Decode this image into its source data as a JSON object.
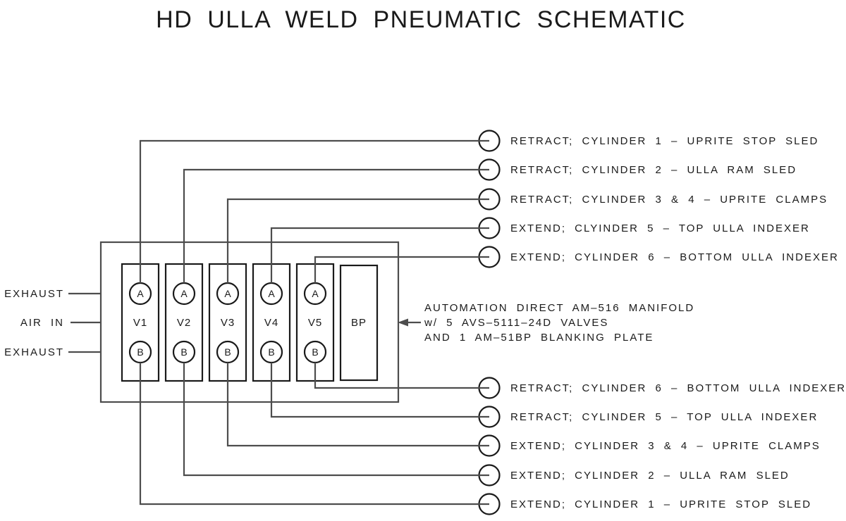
{
  "title": "HD ULLA WELD PNEUMATIC SCHEMATIC",
  "colors": {
    "background": "#ffffff",
    "outline": "#1a1a1a",
    "routing": "#4d4d4d"
  },
  "left_ports": [
    "EXHAUST",
    "AIR IN",
    "EXHAUST"
  ],
  "manifold": {
    "valves": [
      {
        "id": "V1",
        "port_a": "A",
        "port_b": "B"
      },
      {
        "id": "V2",
        "port_a": "A",
        "port_b": "B"
      },
      {
        "id": "V3",
        "port_a": "A",
        "port_b": "B"
      },
      {
        "id": "V4",
        "port_a": "A",
        "port_b": "B"
      },
      {
        "id": "V5",
        "port_a": "A",
        "port_b": "B"
      }
    ],
    "blanking_plate_label": "BP"
  },
  "right_labels": {
    "top": [
      "RETRACT; CYLINDER 1 – UPRITE STOP SLED",
      "RETRACT; CYLINDER 2 – ULLA RAM SLED",
      "RETRACT; CYLINDER 3 & 4 – UPRITE CLAMPS",
      "EXTEND; CLYINDER 5 – TOP ULLA INDEXER",
      "EXTEND; CYLINDER 6 – BOTTOM ULLA INDEXER"
    ],
    "bottom": [
      "RETRACT; CYLINDER 6 – BOTTOM ULLA INDEXER",
      "RETRACT; CYLINDER 5 – TOP ULLA INDEXER",
      "EXTEND; CYLINDER 3 & 4 – UPRITE CLAMPS",
      "EXTEND; CYLINDER 2 – ULLA RAM SLED",
      "EXTEND; CYLINDER 1 – UPRITE STOP SLED"
    ]
  },
  "annotation": {
    "lines": [
      "AUTOMATION DIRECT AM–516 MANIFOLD",
      "w/ 5 AVS–5111–24D VALVES",
      "AND 1 AM–51BP BLANKING PLATE"
    ]
  }
}
